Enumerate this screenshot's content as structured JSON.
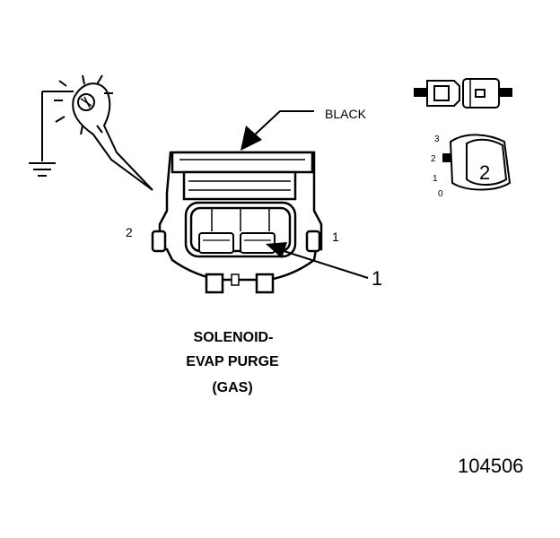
{
  "labels": {
    "wire_color": "BLACK",
    "pin_left": "2",
    "pin_right": "1",
    "callout": "1",
    "dial_values": [
      "3",
      "2",
      "1",
      "0"
    ],
    "dial_number": "2"
  },
  "caption": {
    "line1": "SOLENOID-",
    "line2": "EVAP PURGE",
    "line3": "(GAS)"
  },
  "figure_number": "104506"
}
